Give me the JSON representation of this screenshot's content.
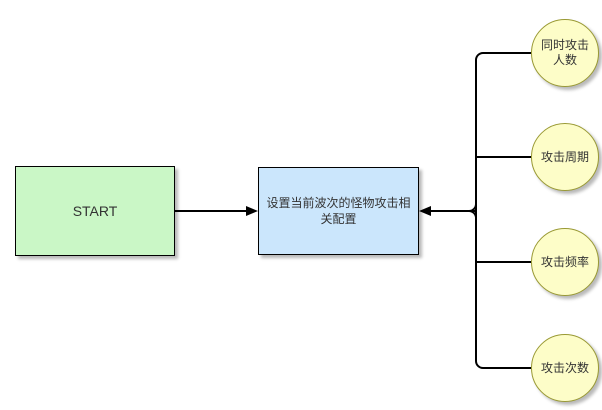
{
  "diagram": {
    "nodes": {
      "start": {
        "label": "START",
        "shape": "rectangle"
      },
      "config": {
        "label": "设置当前波次的怪物攻击相关配置",
        "lines": [
          "设置当前波次的怪物攻击相",
          "关配置"
        ],
        "shape": "rectangle"
      },
      "attackers": {
        "label": "同时攻击人数",
        "lines": [
          "同时攻击",
          "人数"
        ],
        "shape": "circle"
      },
      "period": {
        "label": "攻击周期",
        "shape": "circle"
      },
      "frequency": {
        "label": "攻击频率",
        "shape": "circle"
      },
      "count": {
        "label": "攻击次数",
        "shape": "circle"
      }
    },
    "edges": [
      {
        "from": "start",
        "to": "config"
      },
      {
        "from": "attackers",
        "to": "config"
      },
      {
        "from": "period",
        "to": "config"
      },
      {
        "from": "frequency",
        "to": "config"
      },
      {
        "from": "count",
        "to": "config"
      }
    ],
    "colors": {
      "background": "#ffffff",
      "start_fill": "#caf7c6",
      "config_fill": "#cbe6fc",
      "circle_fill": "#fdfdc8",
      "circle_border": "#999933",
      "rect_border": "#000000",
      "edge": "#000000",
      "text": "#333333"
    }
  }
}
